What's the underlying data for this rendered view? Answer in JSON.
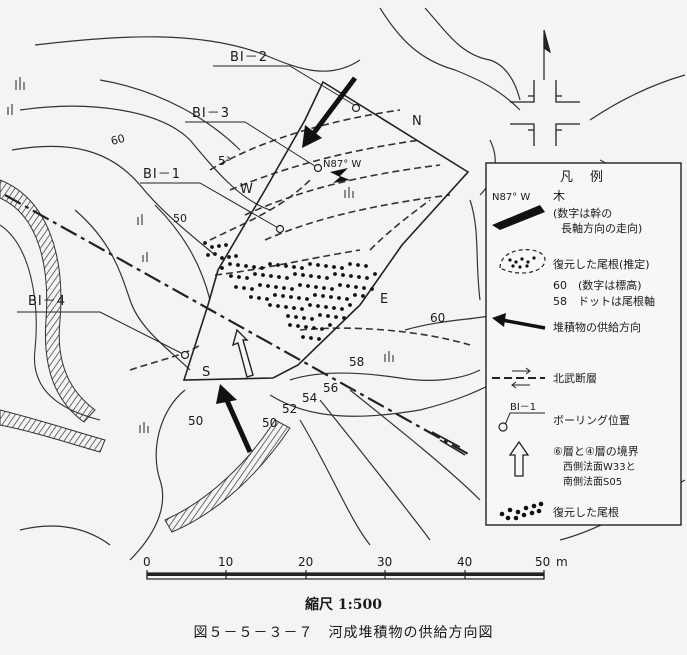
{
  "figure": {
    "caption": "図５－５－３－７　河成堆積物の供給方向図",
    "scale_title": "縮尺 1:500"
  },
  "boreholes": [
    {
      "id": "BI-1",
      "label": "BI－1"
    },
    {
      "id": "BI-2",
      "label": "BI－2"
    },
    {
      "id": "BI-3",
      "label": "BI－3"
    },
    {
      "id": "BI-4",
      "label": "BI－4"
    }
  ],
  "directions": {
    "N": "N",
    "S": "S",
    "E": "E",
    "W": "W"
  },
  "tree_label": "N87° W",
  "contours": [
    "60",
    "5²",
    "50",
    "60",
    "58",
    "56",
    "54",
    "52",
    "50",
    "50"
  ],
  "scale_bar": {
    "ticks": [
      "0",
      "10",
      "20",
      "30",
      "40",
      "50"
    ],
    "unit": "m"
  },
  "legend": {
    "title": "凡　例",
    "items": [
      {
        "key": "tree",
        "sample_label": "N87° W",
        "text": [
          "木",
          "(数字は幹の",
          "長軸方向の走向)"
        ]
      },
      {
        "key": "ridge",
        "text": [
          "復元した尾根(推定)"
        ]
      },
      {
        "key": "elevation",
        "text": [
          "60　(数字は標高)",
          "58　ドットは尾根軸"
        ]
      },
      {
        "key": "supply",
        "text": [
          "堆積物の供給方向"
        ]
      },
      {
        "key": "fault",
        "text": [
          "北武断層"
        ]
      },
      {
        "key": "boring",
        "sample_label": "BI－1",
        "text": [
          "ボーリング位置"
        ]
      },
      {
        "key": "boundary",
        "text": [
          "⑥層と④層の境界",
          "西側法面W33と",
          "南側法面S05"
        ]
      },
      {
        "key": "ridge-restored",
        "text": [
          "復元した尾根"
        ]
      }
    ]
  }
}
